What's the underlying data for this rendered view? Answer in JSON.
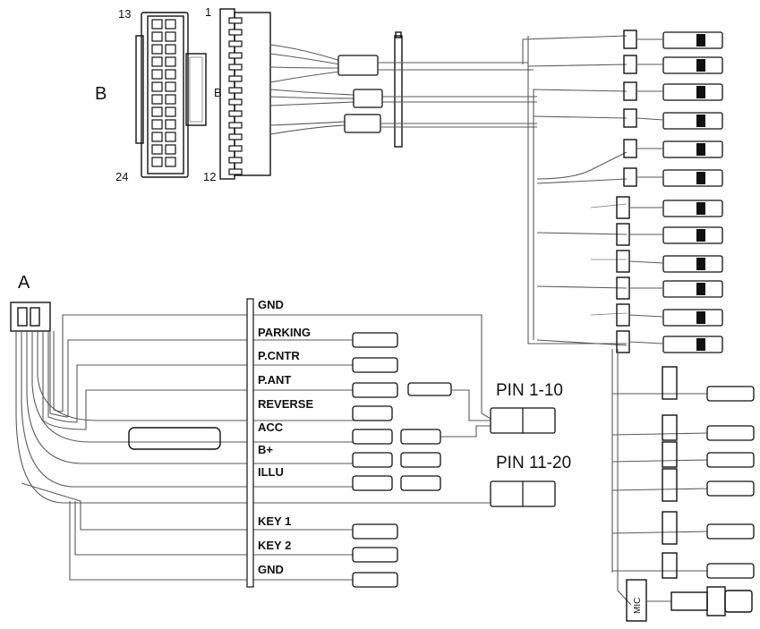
{
  "connector_a": {
    "label": "A"
  },
  "connector_b": {
    "label": "B",
    "pin_top_left": "13",
    "pin_top_right": "1",
    "pin_bottom_left": "24",
    "pin_bottom_right": "12",
    "side_mark": "B"
  },
  "wires_a": {
    "gnd_top": "GND",
    "parking": "PARKING",
    "pcntr": "P.CNTR",
    "pant": "P.ANT",
    "reverse": "REVERSE",
    "acc": "ACC",
    "bplus": "B+",
    "illu": "ILLU",
    "key1": "KEY 1",
    "key2": "KEY 2",
    "gnd_bottom": "GND"
  },
  "pin_groups": {
    "group1": "PIN 1-10",
    "group2": "PIN 11-20"
  },
  "mic": {
    "label": "MIC"
  },
  "colors": {
    "line": "#5a5a5a",
    "ink": "#111111",
    "background": "#ffffff"
  }
}
